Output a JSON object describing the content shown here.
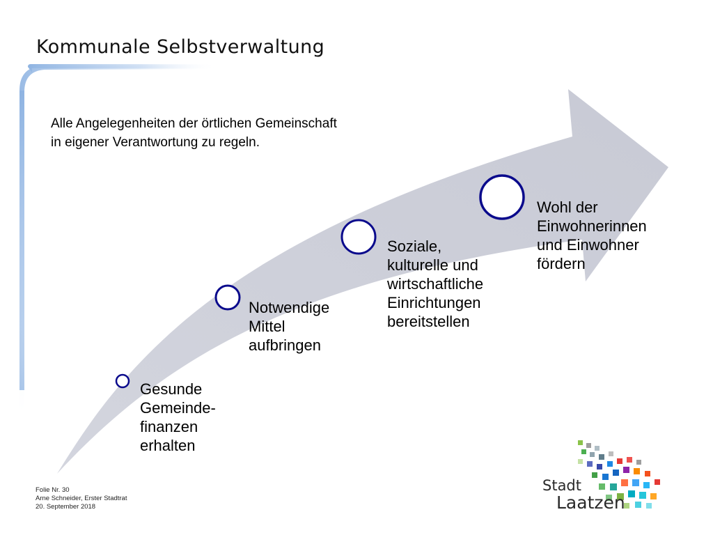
{
  "title": "Kommunale Selbstverwaltung",
  "intro": {
    "line1": "Alle Angelegenheiten der örtlichen Gemeinschaft",
    "line2": "in eigener Verantwortung zu regeln."
  },
  "steps": [
    {
      "lines": [
        "Gesunde",
        "Gemeinde-",
        "finanzen",
        "erhalten"
      ]
    },
    {
      "lines": [
        "Notwendige",
        "Mittel",
        "aufbringen"
      ]
    },
    {
      "lines": [
        "Soziale,",
        "kulturelle und",
        "wirtschaftliche",
        "Einrichtungen",
        "bereitstellen"
      ]
    },
    {
      "lines": [
        "Wohl der",
        "Einwohnerinnen",
        "und Einwohner",
        "fördern"
      ]
    }
  ],
  "footer": {
    "slide_number": "Folie Nr. 30",
    "presenter": "Arne Schneider, Erster Stadtrat",
    "date": "20. September 2018"
  },
  "logo": {
    "line1": "Stadt",
    "line2": "Laatzen"
  },
  "colors": {
    "arrow_fill": "#cfd1db",
    "circle_stroke": "#0a0a8c",
    "accent_bar": "#9fc0e6"
  }
}
